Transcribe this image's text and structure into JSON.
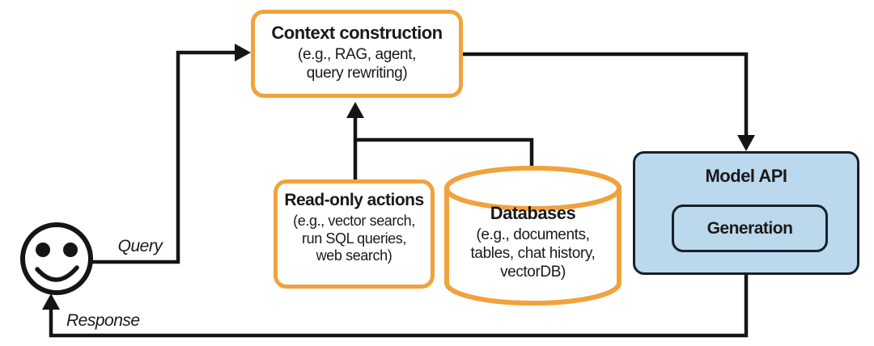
{
  "nodes": {
    "context": {
      "title": "Context construction",
      "subtitle": "(e.g., RAG, agent,\nquery rewriting)"
    },
    "readonly": {
      "title": "Read-only actions",
      "subtitle": "(e.g., vector search,\nrun SQL queries,\nweb search)"
    },
    "databases": {
      "title": "Databases",
      "subtitle": "(e.g., documents,\ntables, chat history,\nvectorDB)"
    },
    "model_api": {
      "title": "Model API",
      "inner_label": "Generation"
    }
  },
  "edges": {
    "query_label": "Query",
    "response_label": "Response"
  },
  "colors": {
    "accent_orange": "#F0A23C",
    "model_fill": "#BCD8EC",
    "line_black": "#151515"
  }
}
